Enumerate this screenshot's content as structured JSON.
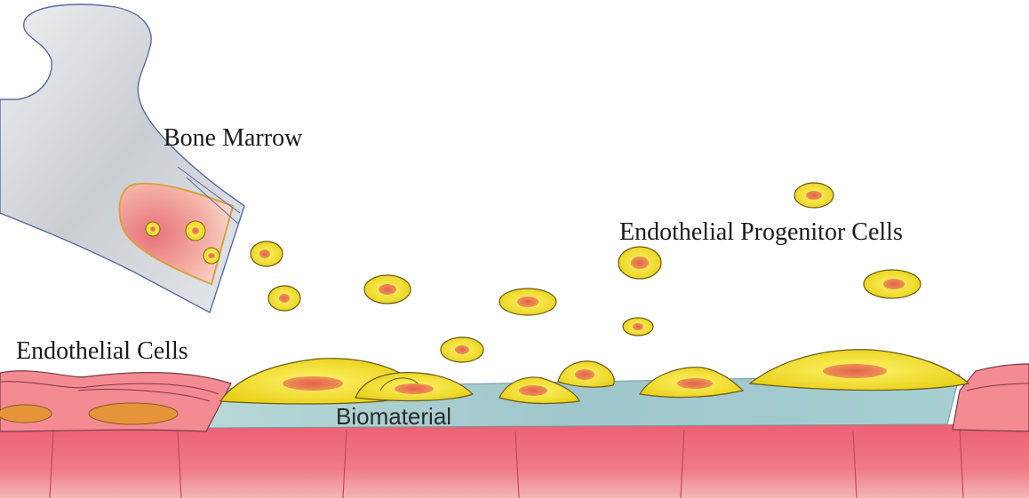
{
  "labels": {
    "bone_marrow": "Bone Marrow",
    "endothelial_progenitor_cells": "Endothelial Progenitor Cells",
    "endothelial_cells": "Endothelial Cells",
    "biomaterial": "Biomaterial"
  },
  "colors": {
    "bone": "#d6dade",
    "marrow": "#ec9a92",
    "cell_fill": "#f2e22a",
    "cell_nucleus": "#e0884a",
    "tissue": "#ee6e7e",
    "endothelium": "#f48a92",
    "biomaterial": "#a9cdd0"
  }
}
